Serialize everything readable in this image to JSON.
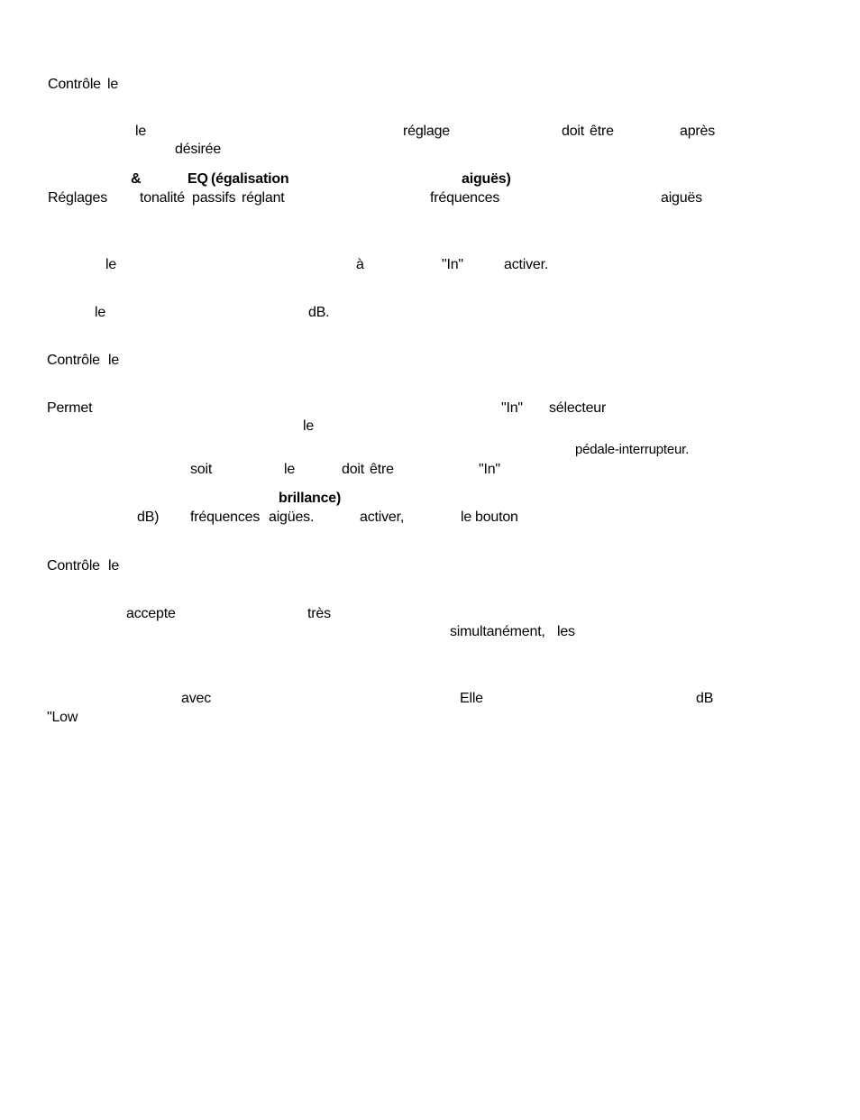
{
  "words": [
    {
      "id": "w01",
      "text": "Contrôle"
    },
    {
      "id": "w02",
      "text": "le"
    },
    {
      "id": "w03",
      "text": "le"
    },
    {
      "id": "w04",
      "text": "réglage"
    },
    {
      "id": "w05",
      "text": "doit"
    },
    {
      "id": "w06",
      "text": "être"
    },
    {
      "id": "w07",
      "text": "après"
    },
    {
      "id": "w08",
      "text": "désirée"
    },
    {
      "id": "w09",
      "text": "&"
    },
    {
      "id": "w10",
      "text": "EQ"
    },
    {
      "id": "w11",
      "text": "(égalisation"
    },
    {
      "id": "w12",
      "text": "aiguës)"
    },
    {
      "id": "w13",
      "text": "Réglages"
    },
    {
      "id": "w14",
      "text": "tonalité"
    },
    {
      "id": "w15",
      "text": "passifs"
    },
    {
      "id": "w16",
      "text": "réglant"
    },
    {
      "id": "w17",
      "text": "fréquences"
    },
    {
      "id": "w18",
      "text": "aiguës"
    },
    {
      "id": "w19",
      "text": "le"
    },
    {
      "id": "w20",
      "text": "à"
    },
    {
      "id": "w21",
      "text": "\"In\""
    },
    {
      "id": "w22",
      "text": "activer."
    },
    {
      "id": "w23",
      "text": "le"
    },
    {
      "id": "w24",
      "text": "dB."
    },
    {
      "id": "w25",
      "text": "Contrôle"
    },
    {
      "id": "w26",
      "text": "le"
    },
    {
      "id": "w27",
      "text": "Permet"
    },
    {
      "id": "w28",
      "text": "\"In\""
    },
    {
      "id": "w29",
      "text": "sélecteur"
    },
    {
      "id": "w30",
      "text": "le"
    },
    {
      "id": "w31",
      "text": "pédale-interrupteur."
    },
    {
      "id": "w32",
      "text": "soit"
    },
    {
      "id": "w33",
      "text": "le"
    },
    {
      "id": "w34",
      "text": "doit"
    },
    {
      "id": "w35",
      "text": "être"
    },
    {
      "id": "w36",
      "text": "\"In\""
    },
    {
      "id": "w37",
      "text": "brillance)"
    },
    {
      "id": "w38",
      "text": "dB)"
    },
    {
      "id": "w39",
      "text": "fréquences"
    },
    {
      "id": "w40",
      "text": "aigües."
    },
    {
      "id": "w41",
      "text": "activer,"
    },
    {
      "id": "w42",
      "text": "le"
    },
    {
      "id": "w43",
      "text": "bouton"
    },
    {
      "id": "w44",
      "text": "Contrôle"
    },
    {
      "id": "w45",
      "text": "le"
    },
    {
      "id": "w46",
      "text": "accepte"
    },
    {
      "id": "w47",
      "text": "très"
    },
    {
      "id": "w48",
      "text": "simultanément,"
    },
    {
      "id": "w49",
      "text": "les"
    },
    {
      "id": "w50",
      "text": "avec"
    },
    {
      "id": "w51",
      "text": "Elle"
    },
    {
      "id": "w52",
      "text": "dB"
    },
    {
      "id": "w53",
      "text": "\"Low"
    }
  ]
}
